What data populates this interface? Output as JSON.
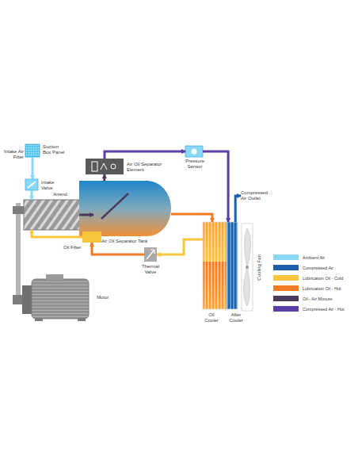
{
  "diagram": {
    "nodes": [
      {
        "text": [
          "Intake Air Filter",
          "Suction Box Panel"
        ]
      },
      {
        "text": [
          "Intake Valve"
        ]
      },
      {
        "text": [
          "Airend"
        ]
      },
      {
        "text": [
          "Air Oil Separator Tank"
        ]
      },
      {
        "text": [
          "Air Oil Separator Element"
        ]
      },
      {
        "text": [
          "Oil Filter"
        ]
      },
      {
        "text": [
          "Thermal Valve"
        ]
      },
      {
        "text": [
          "Motor"
        ]
      },
      {
        "text": [
          "Pressure Sensor"
        ]
      },
      {
        "text": [
          "Oil Cooler"
        ]
      },
      {
        "text": [
          "After Cooler"
        ]
      },
      {
        "text": [
          "Cooling Fan"
        ]
      },
      {
        "text": [
          "Compressed Air Outlet"
        ]
      }
    ],
    "edges": [
      {
        "from": 0,
        "to": 1,
        "arrow": "to"
      },
      {
        "from": 1,
        "to": 2,
        "arrow": "to"
      },
      {
        "from": 2,
        "to": 3,
        "arrow": "to"
      },
      {
        "from": 3,
        "to": 4,
        "arrow": "to"
      },
      {
        "from": 4,
        "to": 8,
        "arrow": "to"
      },
      {
        "from": 8,
        "to": 10,
        "arrow": "to"
      },
      {
        "from": 10,
        "to": 12,
        "arrow": "to"
      },
      {
        "from": 3,
        "to": 9,
        "arrow": "to"
      },
      {
        "from": 9,
        "to": 6,
        "arrow": "to"
      },
      {
        "from": 6,
        "to": 5,
        "arrow": "to"
      },
      {
        "from": 5,
        "to": 2,
        "arrow": "to"
      }
    ],
    "legend": [
      {
        "text": "Ambient Air",
        "color": "#8ad8f5"
      },
      {
        "text": "Compressed Air",
        "color": "#1f5fa8"
      },
      {
        "text": "Lubrication Oil - Cold",
        "color": "#f9c53d"
      },
      {
        "text": "Lubrication Oil - Hot",
        "color": "#f07b24"
      },
      {
        "text": "Oil - Air Mixture",
        "color": "#4b3a5c"
      },
      {
        "text": "Compressed Air - Hot",
        "color": "#5b3ea6"
      }
    ]
  }
}
